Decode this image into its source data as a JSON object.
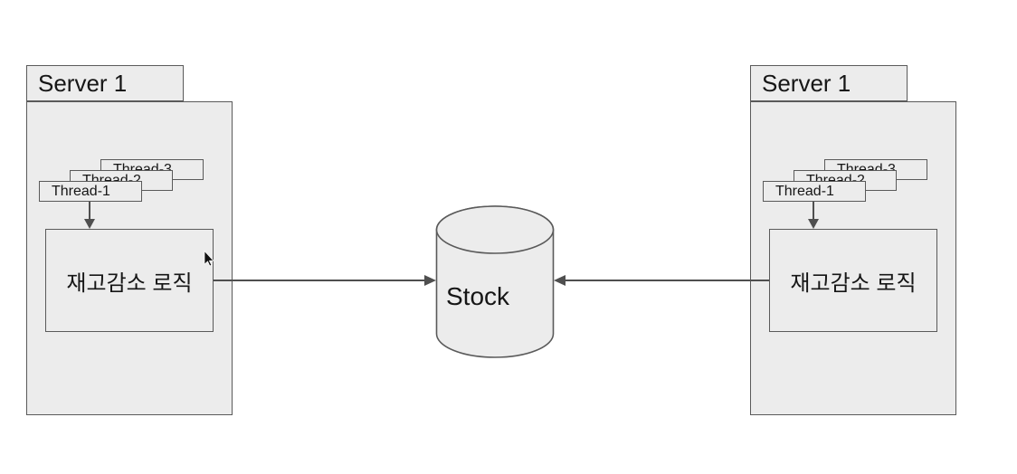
{
  "diagram": {
    "background_color": "#ffffff",
    "node_fill_color": "#ececec",
    "node_stroke_color": "#5a5a5a",
    "connector_color": "#4f4f4f",
    "text_color": "#161616",
    "servers": [
      {
        "title": "Server 1",
        "threads": [
          "Thread-1",
          "Thread-2",
          "Thread-3"
        ],
        "logic_label": "재고감소 로직"
      },
      {
        "title": "Server 1",
        "threads": [
          "Thread-1",
          "Thread-2",
          "Thread-3"
        ],
        "logic_label": "재고감소 로직"
      }
    ],
    "database": {
      "label": "Stock"
    },
    "cursor_icon": "mouse-pointer"
  }
}
